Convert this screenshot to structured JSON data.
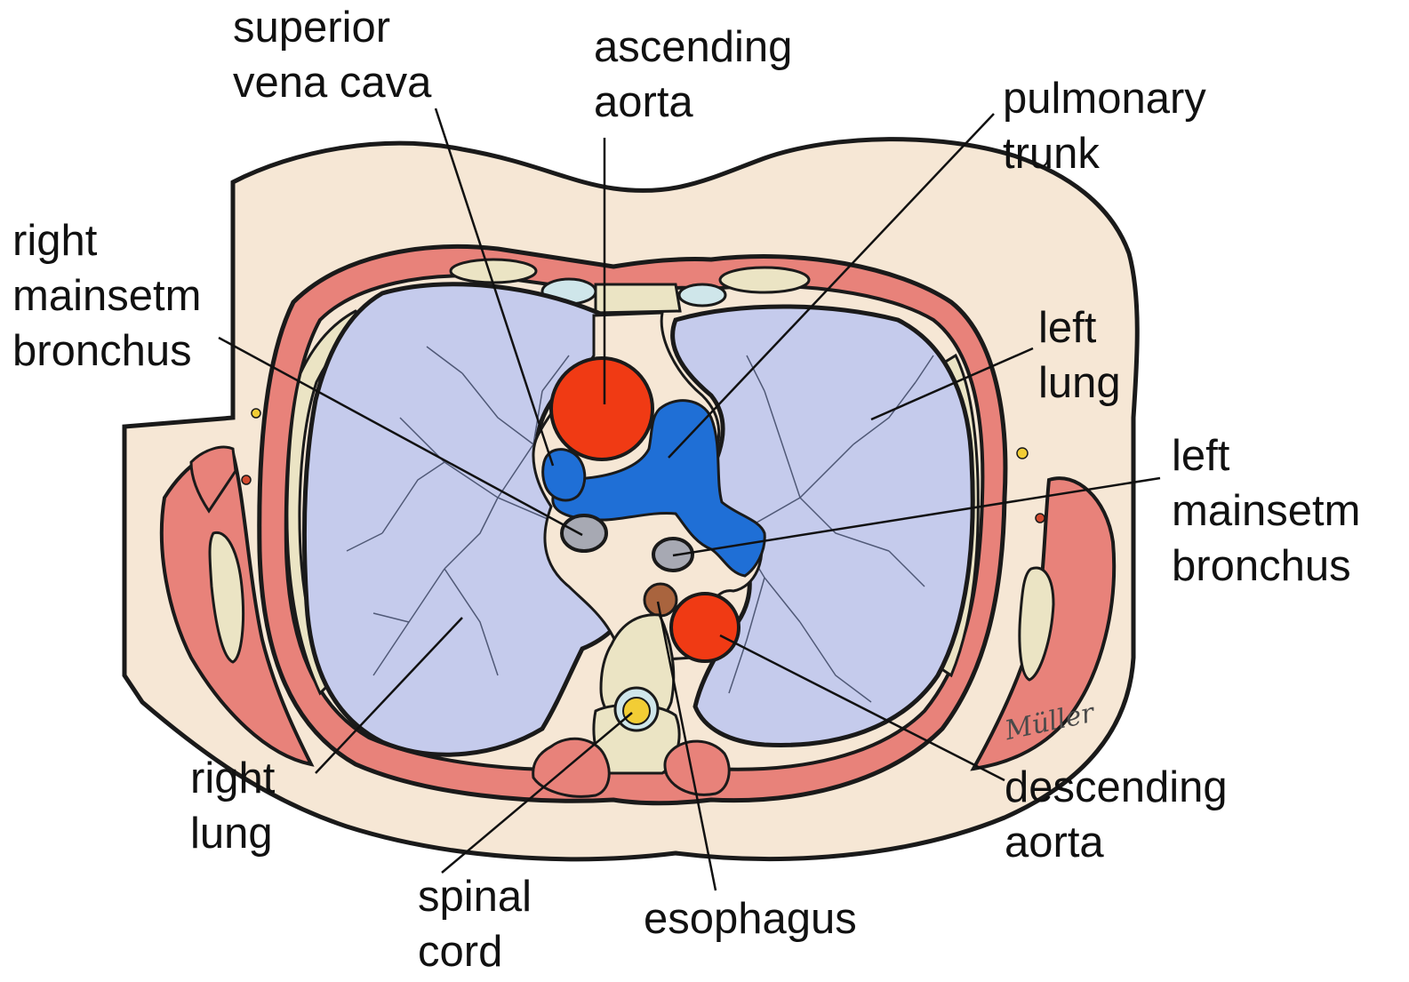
{
  "colors": {
    "skin": "#f6e7d5",
    "muscle": "#e8827a",
    "muscle_dark": "#c9534a",
    "bone": "#ebe4c4",
    "lung": "#c5cbec",
    "aorta": "#f03a14",
    "venous": "#1f6fd6",
    "bronchus": "#a7a9b3",
    "esophagus": "#a9643e",
    "spinal_cord": "#f2cd35",
    "outline": "#1a1a1a",
    "leader_line": "#111111"
  },
  "labels": {
    "superior_vena_cava": [
      "superior",
      "vena cava"
    ],
    "ascending_aorta": [
      "ascending",
      "aorta"
    ],
    "pulmonary_trunk": [
      "pulmonary",
      "trunk"
    ],
    "right_mainstem_bronchus": [
      "right",
      "mainsetm",
      "bronchus"
    ],
    "left_lung": [
      "left",
      "lung"
    ],
    "left_mainstem_bronchus": [
      "left",
      "mainsetm",
      "bronchus"
    ],
    "right_lung": [
      "right",
      "lung"
    ],
    "descending_aorta": [
      "descending",
      "aorta"
    ],
    "spinal_cord": [
      "spinal",
      "cord"
    ],
    "esophagus": [
      "esophagus"
    ]
  },
  "signature": "Müller"
}
